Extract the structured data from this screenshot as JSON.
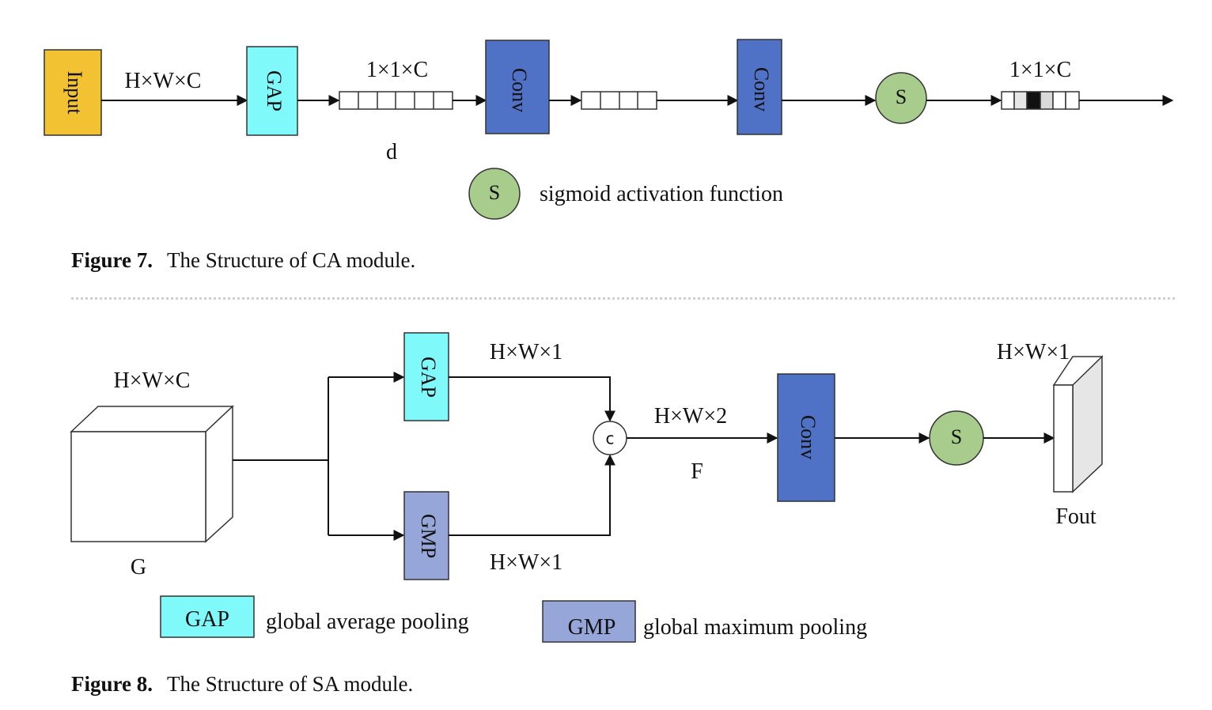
{
  "figure7": {
    "caption_label": "Figure 7.",
    "caption_text": "The Structure of CA module.",
    "input_label": "Input",
    "gap_label": "GAP",
    "conv1_label": "Conv",
    "conv2_label": "Conv",
    "sigmoid_label": "S",
    "dim_hwc": "H×W×C",
    "dim_11c_a": "1×1×C",
    "dim_d": "d",
    "dim_11c_b": "1×1×C",
    "legend_symbol": "S",
    "legend_text": "sigmoid activation function"
  },
  "figure8": {
    "caption_label": "Figure 8.",
    "caption_text": "The Structure of SA module.",
    "dim_hwc": "H×W×C",
    "g_label": "G",
    "gap_label": "GAP",
    "gmp_label": "GMP",
    "dim_hw1_top": "H×W×1",
    "dim_hw1_bottom": "H×W×1",
    "concat_label": "c",
    "dim_hw2": "H×W×2",
    "f_label": "F",
    "conv_label": "Conv",
    "sigmoid_label": "S",
    "dim_hw1_out": "H×W×1",
    "fout_label": "Fout",
    "legend_gap_symbol": "GAP",
    "legend_gap_text": "global average pooling",
    "legend_gmp_symbol": "GMP",
    "legend_gmp_text": "global maximum pooling"
  },
  "colors": {
    "input_fill": "#f2c232",
    "gap_fill": "#7ff9f9",
    "conv_fill": "#4f72c6",
    "gmp_fill": "#97a6d8",
    "sigmoid_fill": "#a8cc8c",
    "cube_side": "#e6e6e6"
  }
}
